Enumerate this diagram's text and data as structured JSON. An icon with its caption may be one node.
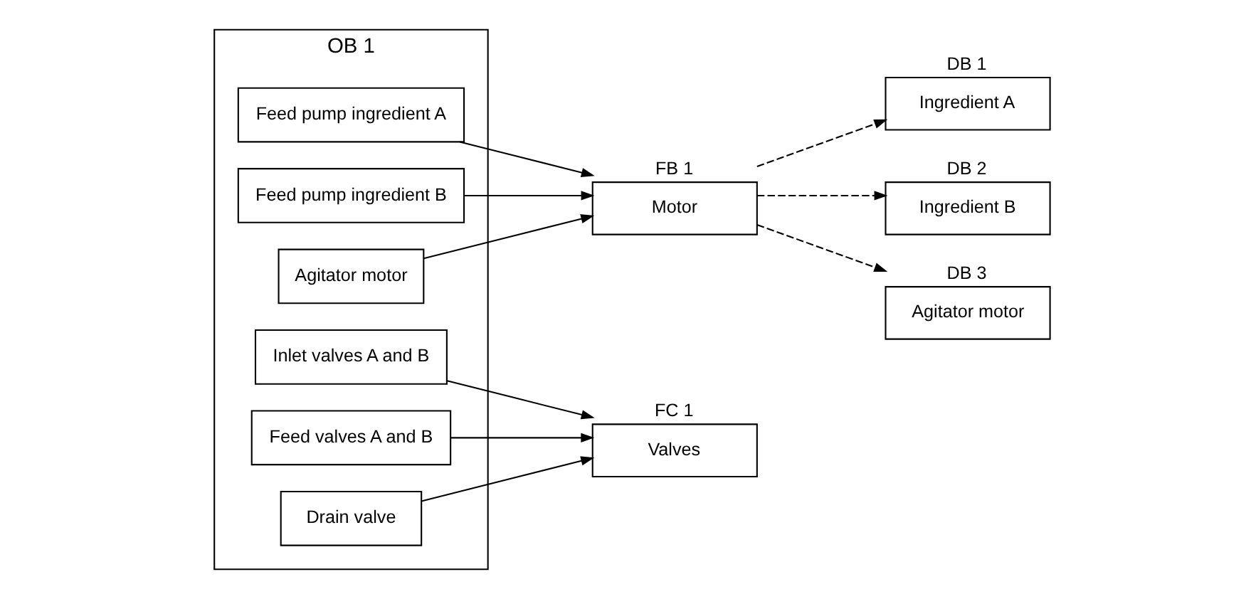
{
  "diagram": {
    "nodes": [
      {
        "text": [
          "OB 1"
        ]
      },
      {
        "text": [
          "Feed pump ingredient A"
        ],
        "in": 0
      },
      {
        "text": [
          "Feed pump ingredient B"
        ],
        "in": 0
      },
      {
        "text": [
          "Agitator motor"
        ],
        "in": 0
      },
      {
        "text": [
          "Inlet valves A and B"
        ],
        "in": 0
      },
      {
        "text": [
          "Feed valves A and B"
        ],
        "in": 0
      },
      {
        "text": [
          "Drain valve"
        ],
        "in": 0
      },
      {
        "text": [
          "FB 1",
          "Motor"
        ]
      },
      {
        "text": [
          "DB 1",
          "Ingredient A"
        ]
      },
      {
        "text": [
          "DB 2",
          "Ingredient B"
        ]
      },
      {
        "text": [
          "DB 3",
          "Agitator motor"
        ]
      },
      {
        "text": [
          "FC 1",
          "Valves"
        ]
      }
    ],
    "edges": [
      {
        "from": 1,
        "to": 7,
        "arrow": "to"
      },
      {
        "from": 2,
        "to": 7,
        "arrow": "to"
      },
      {
        "from": 3,
        "to": 7,
        "arrow": "to"
      },
      {
        "from": 4,
        "to": 11,
        "arrow": "to"
      },
      {
        "from": 5,
        "to": 11,
        "arrow": "to"
      },
      {
        "from": 6,
        "to": 11,
        "arrow": "to"
      },
      {
        "from": 7,
        "to": 8,
        "arrow": "to",
        "style": "dashed"
      },
      {
        "from": 7,
        "to": 9,
        "arrow": "to",
        "style": "dashed"
      },
      {
        "from": 7,
        "to": 10,
        "arrow": "to",
        "style": "dashed"
      }
    ]
  }
}
